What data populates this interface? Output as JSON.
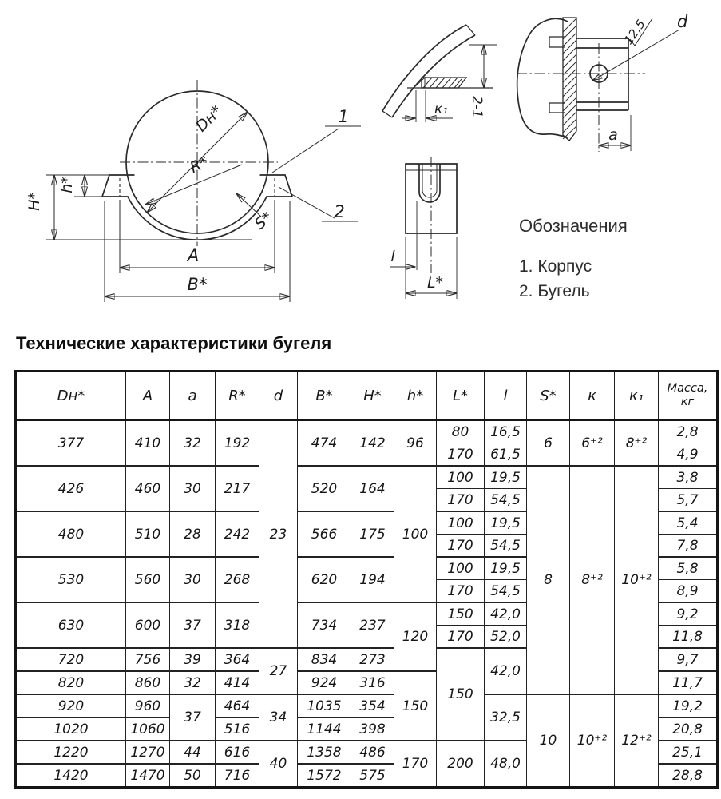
{
  "drawings": {
    "main_view": {
      "labels": {
        "diameter": "Dн*",
        "radius": "R*",
        "thickness": "S*",
        "height_total": "H*",
        "height_lug": "h*",
        "width_a": "A",
        "width_b": "B*",
        "callout_body": "1",
        "callout_yoke": "2"
      }
    },
    "weld_detail": {
      "labels": {
        "k1": "к₁",
        "gap": "2-1"
      }
    },
    "slot_view": {
      "labels": {
        "offset": "l",
        "width": "L*"
      }
    },
    "lug_detail": {
      "labels": {
        "roughness": "12,5",
        "hole": "d",
        "edge": "a"
      }
    },
    "legend": {
      "title": "Обозначения",
      "items": [
        {
          "text": "1. Корпус"
        },
        {
          "text": "2. Бугель"
        }
      ]
    }
  },
  "section_title": "Технические характеристики бугеля",
  "table": {
    "headers": [
      "Dн*",
      "A",
      "a",
      "R*",
      "d",
      "B*",
      "H*",
      "h*",
      "L*",
      "l",
      "S*",
      "к",
      "к₁"
    ],
    "header_massa_line1": "Масса,",
    "header_massa_line2": "кг",
    "dn": [
      "377",
      "426",
      "480",
      "530",
      "630",
      "720",
      "820",
      "920",
      "1020",
      "1220",
      "1420"
    ],
    "col_A": [
      "410",
      "460",
      "510",
      "560",
      "600",
      "756",
      "860",
      "960",
      "1060",
      "1270",
      "1470"
    ],
    "col_a": [
      "32",
      "30",
      "28",
      "30",
      "37",
      "39",
      "32",
      "37",
      "44",
      "50"
    ],
    "col_R": [
      "192",
      "217",
      "242",
      "268",
      "318",
      "364",
      "414",
      "464",
      "516",
      "616",
      "716"
    ],
    "col_d": [
      "23",
      "27",
      "34",
      "40"
    ],
    "col_B": [
      "474",
      "520",
      "566",
      "620",
      "734",
      "834",
      "924",
      "1035",
      "1144",
      "1358",
      "1572"
    ],
    "col_H": [
      "142",
      "164",
      "175",
      "194",
      "237",
      "273",
      "316",
      "354",
      "398",
      "486",
      "575"
    ],
    "col_h": [
      "96",
      "100",
      "120",
      "150",
      "170"
    ],
    "col_L": [
      "80",
      "170",
      "100",
      "170",
      "100",
      "170",
      "100",
      "170",
      "150",
      "170",
      "150",
      "200"
    ],
    "col_l": [
      "16,5",
      "61,5",
      "19,5",
      "54,5",
      "19,5",
      "54,5",
      "19,5",
      "54,5",
      "42,0",
      "52,0",
      "42,0",
      "32,5",
      "48,0"
    ],
    "col_S": [
      "6",
      "8",
      "10"
    ],
    "col_k": [
      "6⁺²",
      "8⁺²",
      "10⁺²"
    ],
    "col_k1": [
      "8⁺²",
      "10⁺²",
      "12⁺²"
    ],
    "massa": [
      "2,8",
      "4,9",
      "3,8",
      "5,7",
      "5,4",
      "7,8",
      "5,8",
      "8,9",
      "9,2",
      "11,8",
      "9,7",
      "11,7",
      "19,2",
      "20,8",
      "25,1",
      "28,8"
    ]
  }
}
